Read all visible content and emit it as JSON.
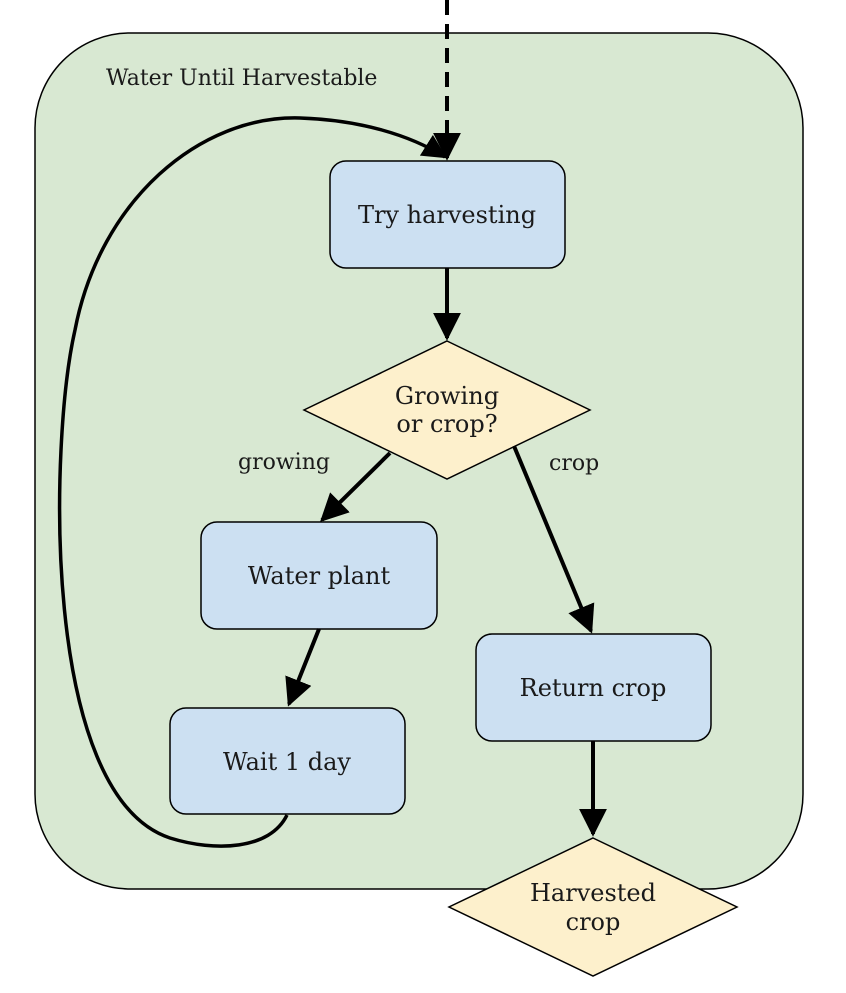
{
  "diagram": {
    "group": {
      "label": "Water Until Harvestable"
    },
    "nodes": {
      "try_harvesting": {
        "label": "Try harvesting"
      },
      "decision": {
        "line1": "Growing",
        "line2": "or crop?"
      },
      "water_plant": {
        "label": "Water plant"
      },
      "wait_day": {
        "label": "Wait 1 day"
      },
      "return_crop": {
        "label": "Return crop"
      },
      "harvested": {
        "line1": "Harvested",
        "line2": "crop"
      }
    },
    "edges": {
      "growing": "growing",
      "crop": "crop"
    },
    "colors": {
      "group_fill": "#d8e8d2",
      "process_fill": "#cce0f2",
      "decision_fill": "#fdf0cc",
      "stroke": "#000000"
    }
  }
}
